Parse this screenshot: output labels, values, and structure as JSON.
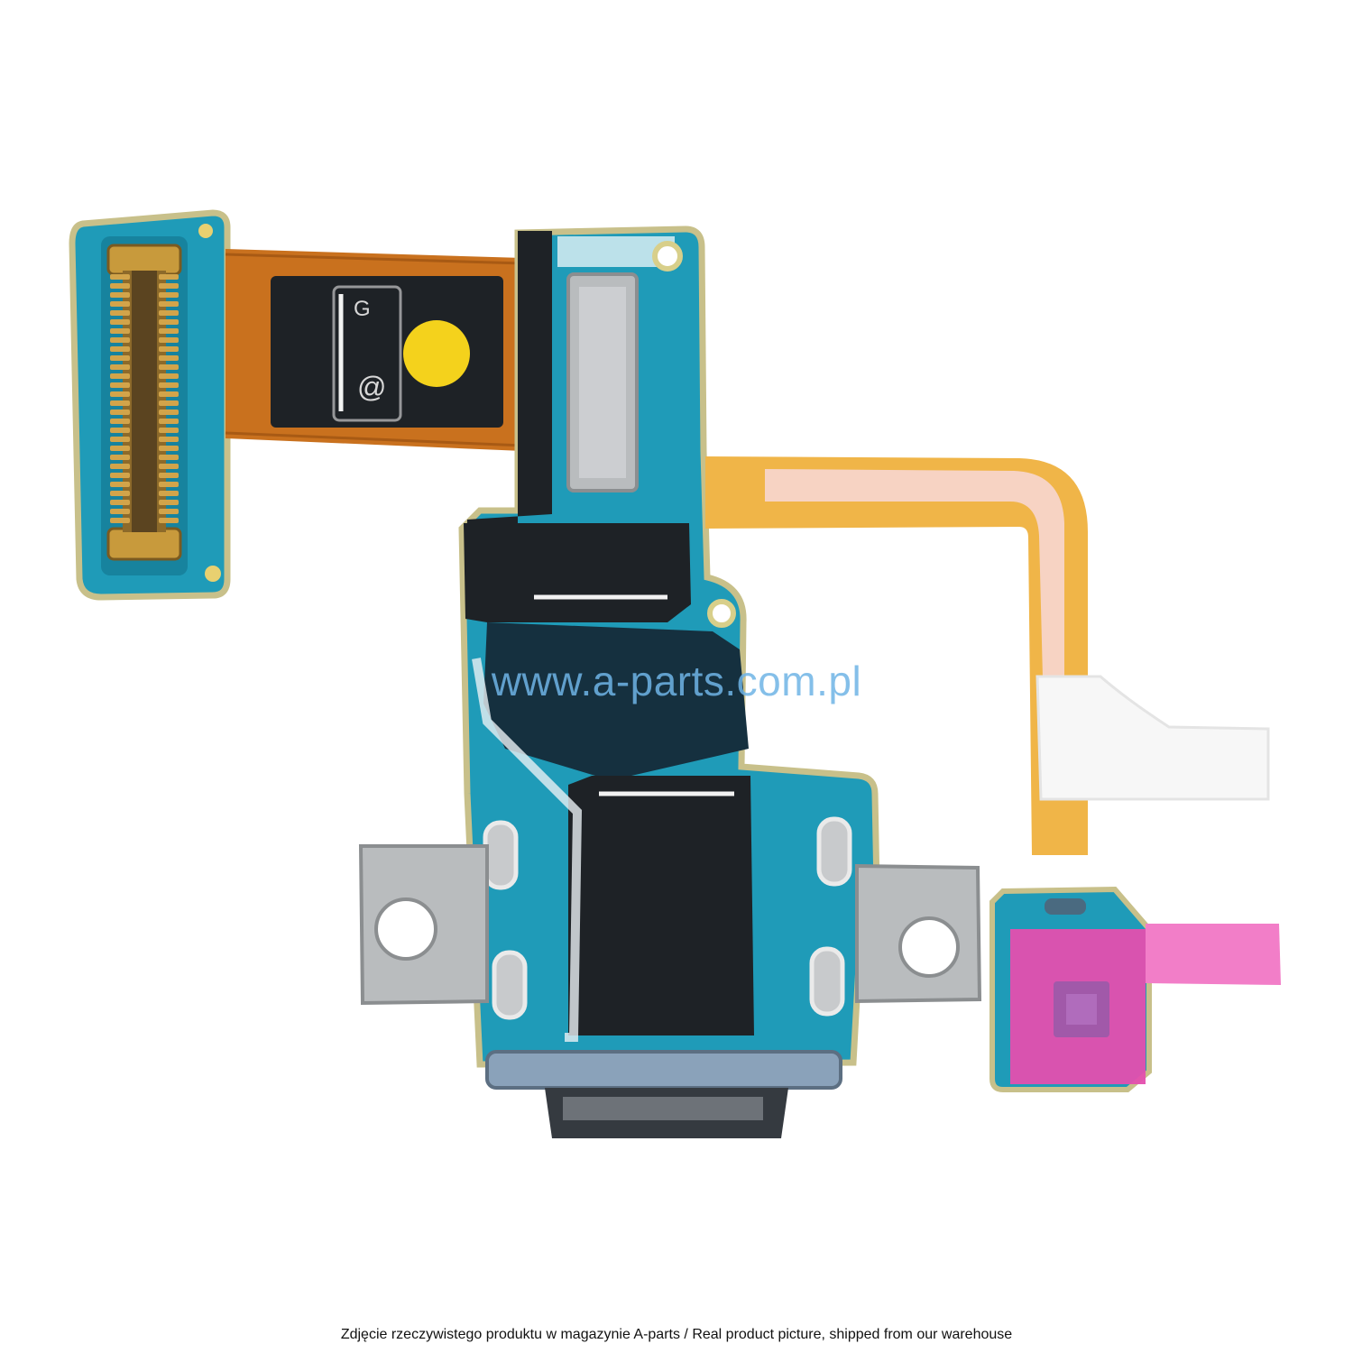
{
  "product_photo": {
    "watermark": "www.a-parts.com.pl",
    "board_marking": "G",
    "board_marking_at": "@",
    "caption": "Zdjęcie rzeczywistego produktu w magazynie A-parts / Real product picture, shipped from our warehouse"
  },
  "colors": {
    "pcb_blue": "#1f9bb8",
    "pcb_edge": "#c8c08a",
    "flex_orange": "#c9711e",
    "black_foil": "#1e2226",
    "gold_pin": "#c89a3c",
    "metal": "#b9bcbe",
    "yellow_dot": "#f4d21c",
    "pink_tape": "#f27ec8",
    "flex_yellow": "#f0b548",
    "watermark_blue": "#6fb4e6"
  }
}
